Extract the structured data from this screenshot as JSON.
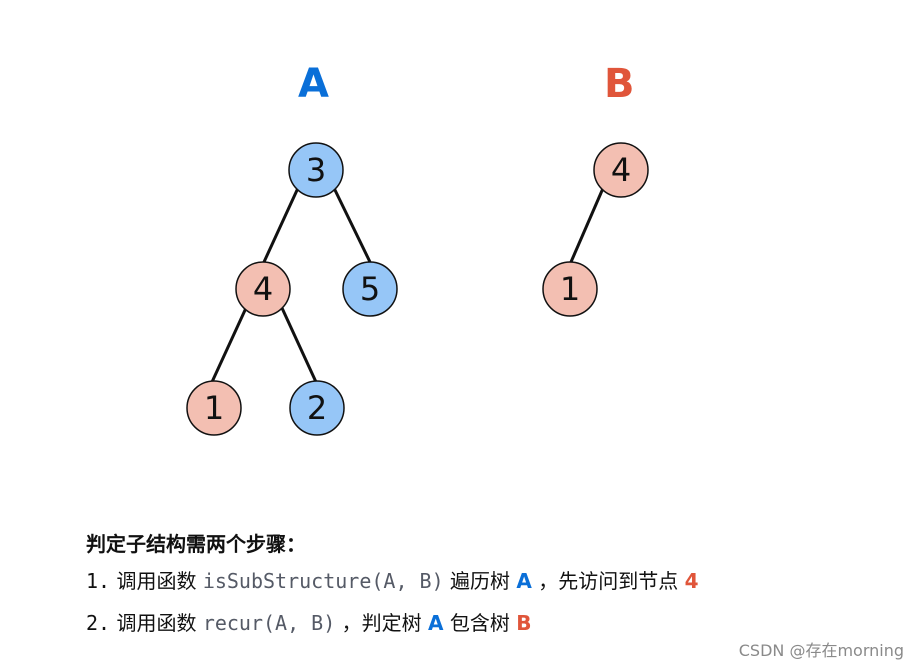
{
  "colors": {
    "blue_title": "#0a6fd8",
    "orange_title": "#e0553a",
    "blue_node": "#96c6f7",
    "pink_node": "#f3bfb2",
    "edge": "#111111"
  },
  "tree_a": {
    "title": "A",
    "nodes": [
      {
        "label": "3",
        "color": "blue"
      },
      {
        "label": "4",
        "color": "pink"
      },
      {
        "label": "5",
        "color": "blue"
      },
      {
        "label": "1",
        "color": "pink"
      },
      {
        "label": "2",
        "color": "blue"
      }
    ],
    "edges": [
      [
        "3",
        "4"
      ],
      [
        "3",
        "5"
      ],
      [
        "4",
        "1"
      ],
      [
        "4",
        "2"
      ]
    ]
  },
  "tree_b": {
    "title": "B",
    "nodes": [
      {
        "label": "4",
        "color": "pink"
      },
      {
        "label": "1",
        "color": "pink"
      }
    ],
    "edges": [
      [
        "4",
        "1"
      ]
    ]
  },
  "notes": {
    "heading": "判定子结构需两个步骤：",
    "step1": {
      "num": "1.",
      "prefix": "调用函数",
      "code": "isSubStructure(A, B)",
      "mid": "遍历树",
      "tag1": "A",
      "after": "，先访问到节点",
      "tag2": "4"
    },
    "step2": {
      "num": "2.",
      "prefix": "调用函数",
      "code": "recur(A, B)",
      "mid": "，判定树",
      "tag1": "A",
      "after": "包含树",
      "tag2": "B"
    }
  },
  "watermark": "CSDN @存在morning"
}
